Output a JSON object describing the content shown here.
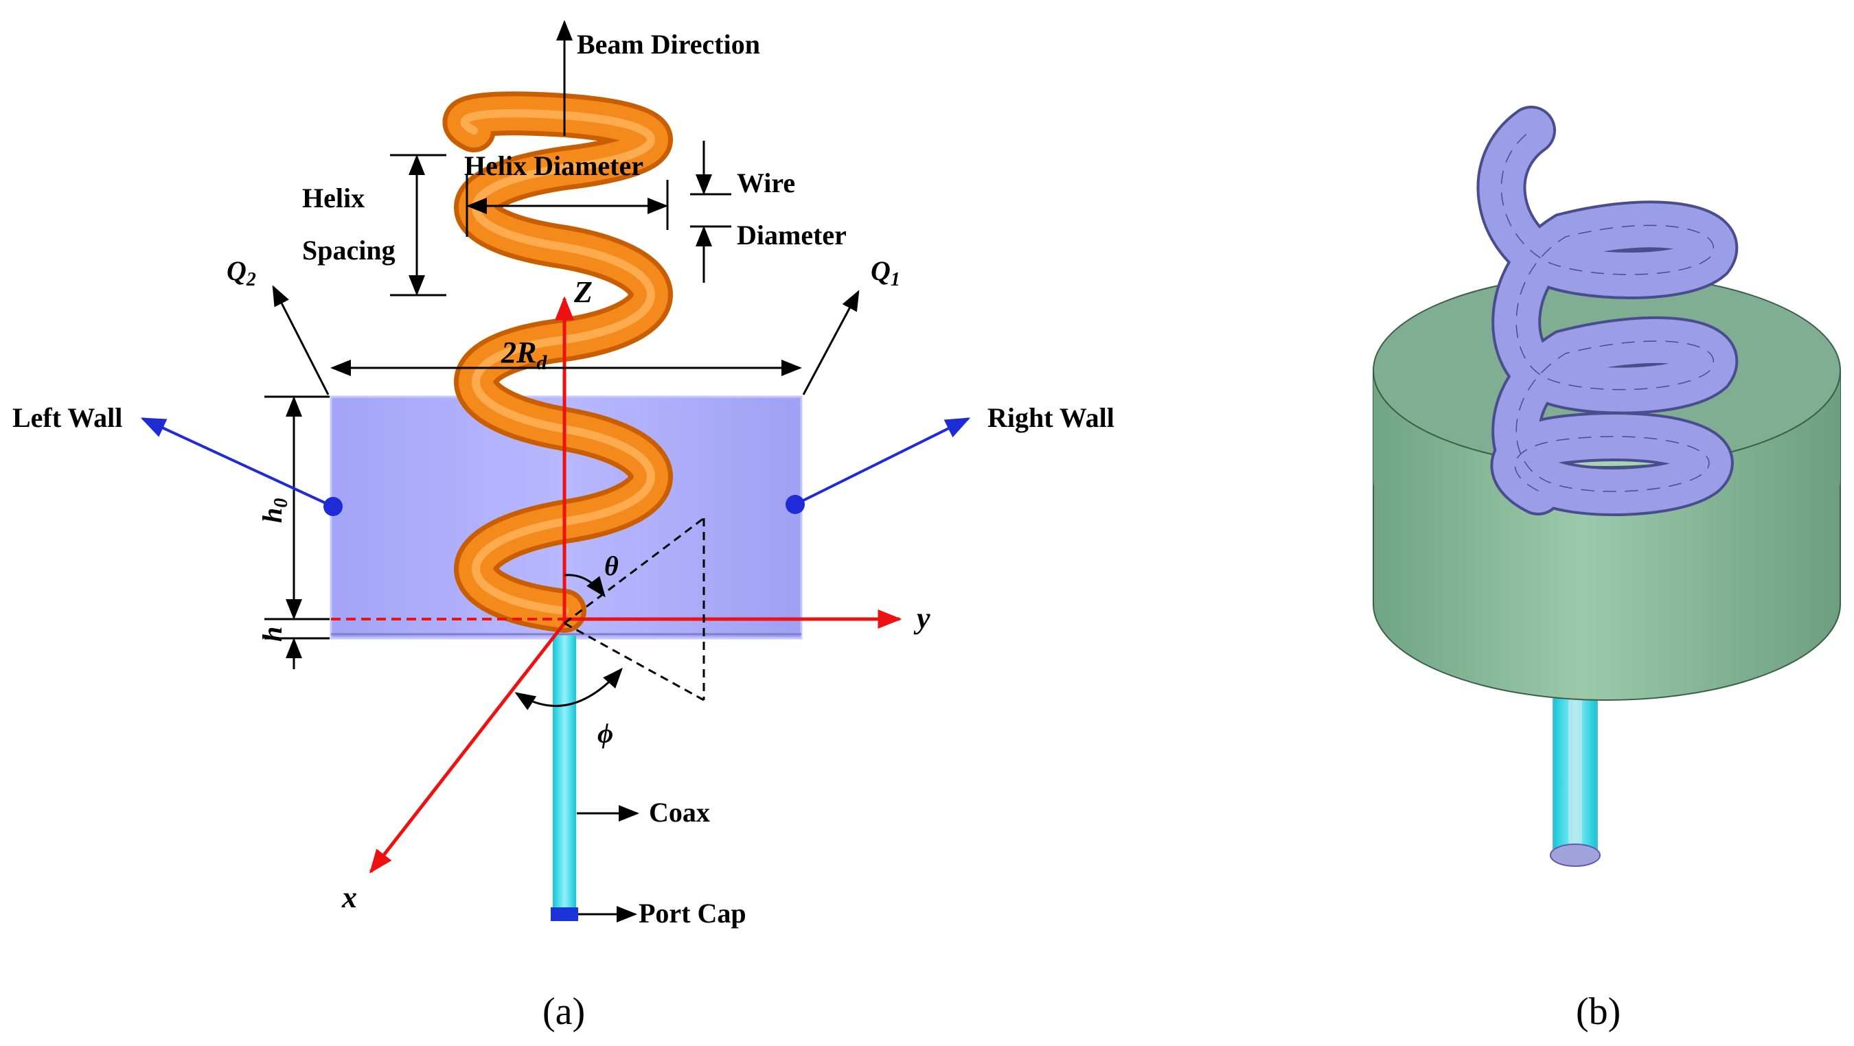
{
  "panel_a": {
    "beam_direction": "Beam Direction",
    "helix_diameter": "Helix Diameter",
    "helix_spacing_line1": "Helix",
    "helix_spacing_line2": "Spacing",
    "wire_line1": "Wire",
    "wire_line2": "Diameter",
    "q2": "Q",
    "q2_sub": "2",
    "q1": "Q",
    "q1_sub": "1",
    "two_rd": "2R",
    "two_rd_sub": "d",
    "left_wall": "Left  Wall",
    "right_wall": "Right  Wall",
    "h0": "h",
    "h0_sub": "0",
    "h": "h",
    "z_axis": "Z",
    "y_axis": "y",
    "x_axis": "x",
    "theta": "θ",
    "phi": "ϕ",
    "coax": "Coax",
    "port_cap": "Port  Cap",
    "caption": "(a)"
  },
  "panel_b": {
    "caption": "(b)"
  },
  "colors": {
    "helix_orange": "#f08a1c",
    "wall_blue": "#aaaaff",
    "axis_red": "#ee1111",
    "pointer_blue": "#1f2bd6",
    "coax_cyan": "#22d8e6",
    "cylinder_green": "#86b99a",
    "mesh_helix": "#9a9ee6"
  }
}
